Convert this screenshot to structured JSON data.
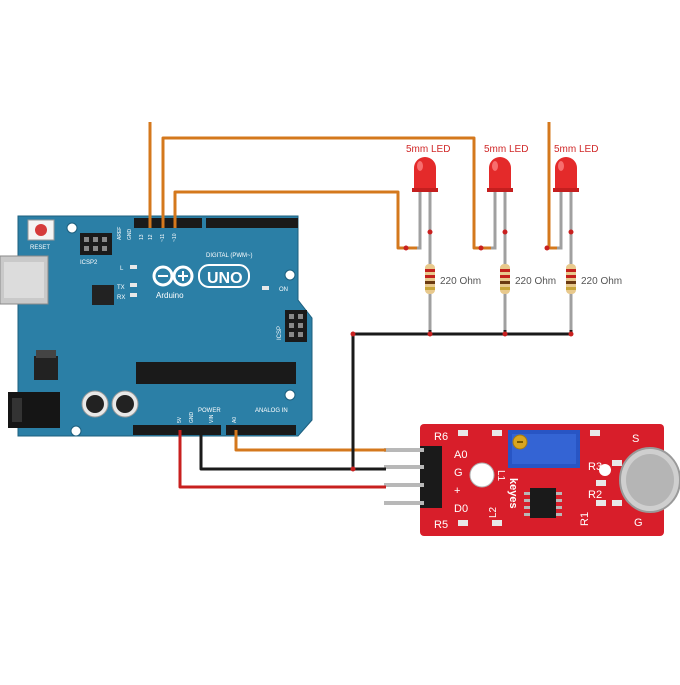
{
  "arduino": {
    "reset_label": "RESET",
    "icsp2_label": "ICSP2",
    "icsp_label": "ICSP",
    "brand_label": "Arduino",
    "model_label": "UNO",
    "digital_label": "DIGITAL (PWM~)",
    "power_label": "POWER",
    "analog_label": "ANALOG IN",
    "led_l_label": "L",
    "tx_label": "TX",
    "rx_label": "RX",
    "on_label": "ON",
    "aref_label": "AREF",
    "gnd_label": "GND",
    "pin13_label": "13",
    "pin12_label": "12",
    "pin11_label": "~11",
    "pin10_label": "~10",
    "pin5v_label": "5V",
    "pingnd_label": "GND",
    "pinvin_label": "VIN",
    "pina0_label": "A0"
  },
  "leds": [
    {
      "label": "5mm LED",
      "resistor": "220 Ohm"
    },
    {
      "label": "5mm LED",
      "resistor": "220 Ohm"
    },
    {
      "label": "5mm LED",
      "resistor": "220 Ohm"
    }
  ],
  "sensor": {
    "r6": "R6",
    "r5": "R5",
    "r1": "R1",
    "r2": "R2",
    "r3": "R3",
    "l1": "L1",
    "l2": "L2",
    "a0": "A0",
    "g": "G",
    "plus": "+",
    "d0": "D0",
    "brand": "keyes",
    "s": "S",
    "g_right": "G",
    "g_right2": "G"
  },
  "colors": {
    "board": "#2a7da3",
    "wire_orange": "#d4781d",
    "wire_black": "#1a1a1a",
    "wire_red": "#c8201f",
    "led": "#e02424",
    "sensor_pcb": "#d81e2a"
  }
}
